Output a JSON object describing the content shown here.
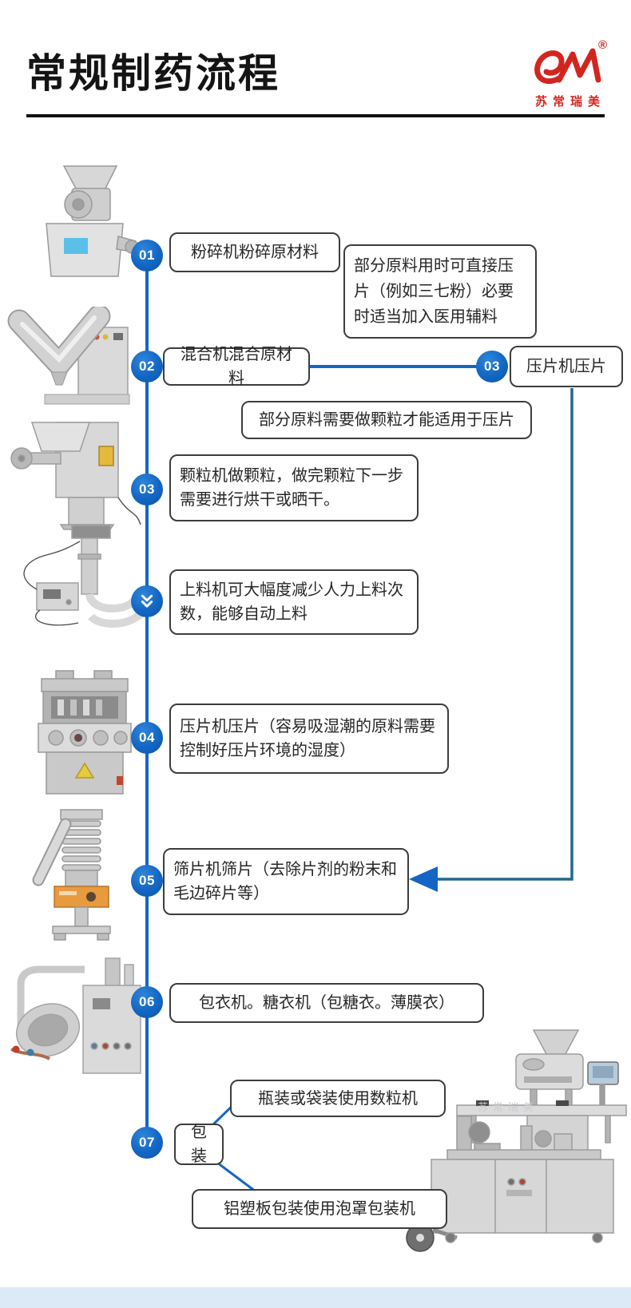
{
  "header": {
    "title": "常规制药流程"
  },
  "logo": {
    "registered": "®",
    "name": "苏常瑞美",
    "color": "#d3251f"
  },
  "colors": {
    "badge_blue": "#1266c2",
    "flow_line_blue": "#1467c2",
    "branch_connector_teal": "#24688e",
    "arrowhead_blue": "#1565c4",
    "box_border": "#3d3d3d",
    "footer_strip": "#dceaf7"
  },
  "flow": {
    "step1": {
      "badge": "01",
      "label": "粉碎机粉碎原材料"
    },
    "note_direct_press": "部分原料用时可直接压片（例如三七粉）必要时适当加入医用辅料",
    "step2": {
      "badge": "02",
      "label": "混合机混合原材料"
    },
    "step3_branch": {
      "badge": "03",
      "label": "压片机压片"
    },
    "note_granule": "部分原料需要做颗粒才能适用于压片",
    "step3": {
      "badge": "03",
      "label": "颗粒机做颗粒，做完颗粒下一步需要进行烘干或晒干。"
    },
    "step_feeder": {
      "badge_icon": "double-chevron-down",
      "label": "上料机可大幅度减少人力上料次数，能够自动上料"
    },
    "step4": {
      "badge": "04",
      "label": "压片机压片（容易吸湿潮的原料需要控制好压片环境的湿度）"
    },
    "step5": {
      "badge": "05",
      "label": "筛片机筛片（去除片剂的粉末和毛边碎片等）"
    },
    "step6": {
      "badge": "06",
      "label": "包衣机。糖衣机（包糖衣。薄膜衣）"
    },
    "step7": {
      "badge": "07",
      "label": "包装"
    },
    "note_bottle_pack": "瓶装或袋装使用数粒机",
    "note_blister_pack": "铝塑板包装使用泡罩包装机"
  },
  "machine_images": [
    "crusher-machine",
    "v-mixer-machine",
    "granulator-machine",
    "feeder-machine",
    "tablet-press-machine",
    "sifter-machine",
    "coating-machine",
    "counting-machine",
    "blister-packaging-machine"
  ]
}
